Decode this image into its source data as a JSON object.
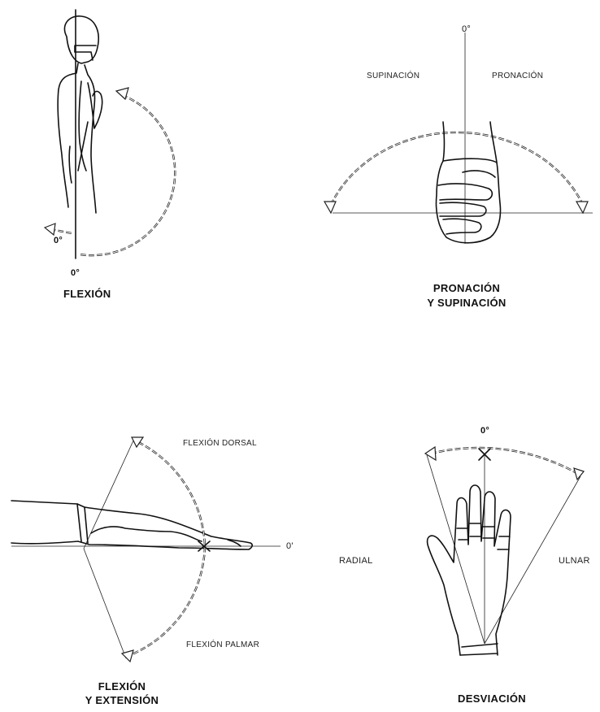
{
  "panels": {
    "shoulder": {
      "label_zero_top": "0°",
      "label_zero_bottom": "0°",
      "title": "FLEXIÓN"
    },
    "forearm": {
      "label_zero": "0°",
      "label_left": "SUPINACIÓN",
      "label_right": "PRONACIÓN",
      "title_line1": "PRONACIÓN",
      "title_line2": "Y SUPINACIÓN"
    },
    "wrist": {
      "label_dorsal": "FLEXIÓN DORSAL",
      "label_palmar": "FLEXIÓN PALMAR",
      "label_zero": "0'",
      "title_line1": "FLEXIÓN",
      "title_line2": "Y EXTENSIÓN"
    },
    "deviation": {
      "label_zero": "0°",
      "label_left": "RADIAL",
      "label_right": "ULNAR",
      "title": "DESVIACIÓN"
    }
  }
}
